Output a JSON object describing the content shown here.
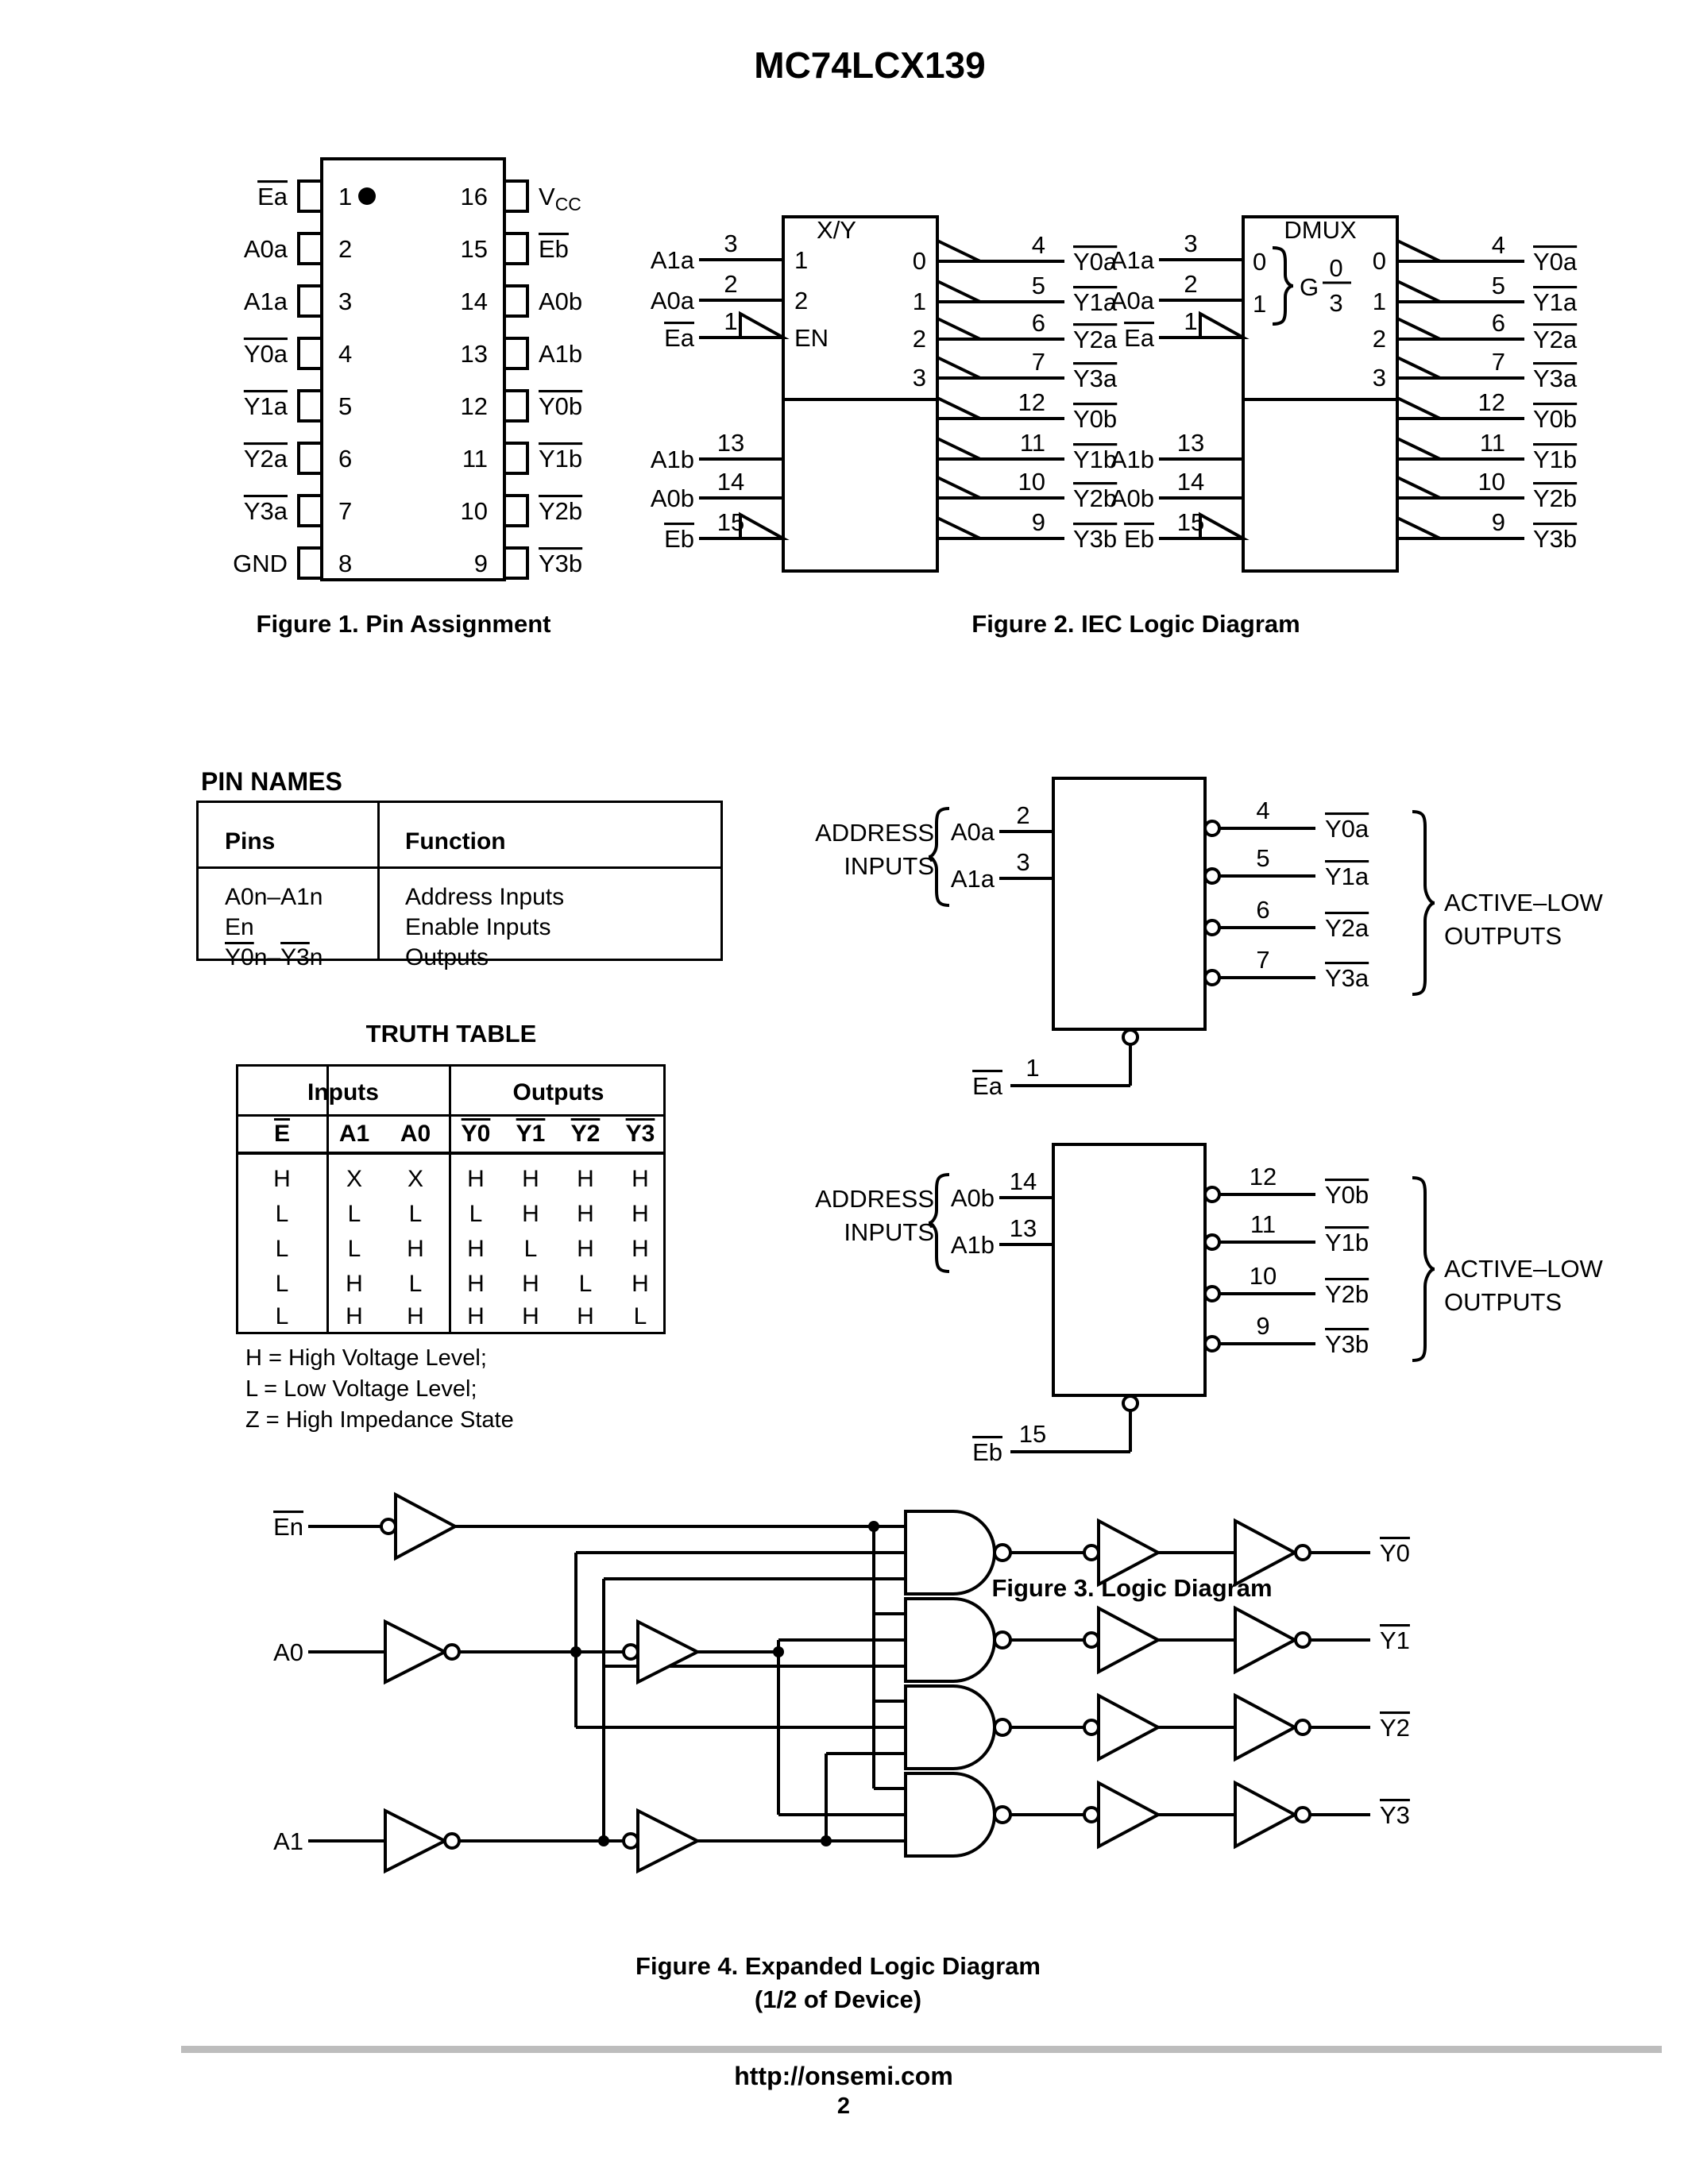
{
  "page": {
    "title": "MC74LCX139",
    "footer_url": "http://onsemi.com",
    "footer_page": "2"
  },
  "figure1": {
    "caption": "Figure 1. Pin Assignment",
    "left_pins": [
      {
        "num": "1",
        "label": "Ea"
      },
      {
        "num": "2",
        "label": "A0a"
      },
      {
        "num": "3",
        "label": "A1a"
      },
      {
        "num": "4",
        "label": "Y0a"
      },
      {
        "num": "5",
        "label": "Y1a"
      },
      {
        "num": "6",
        "label": "Y2a"
      },
      {
        "num": "7",
        "label": "Y3a"
      },
      {
        "num": "8",
        "label": "GND"
      }
    ],
    "right_pins": [
      {
        "num": "16",
        "label": "V",
        "sub": "CC"
      },
      {
        "num": "15",
        "label": "Eb"
      },
      {
        "num": "14",
        "label": "A0b"
      },
      {
        "num": "13",
        "label": "A1b"
      },
      {
        "num": "12",
        "label": "Y0b"
      },
      {
        "num": "11",
        "label": "Y1b"
      },
      {
        "num": "10",
        "label": "Y2b"
      },
      {
        "num": "9",
        "label": "Y3b"
      }
    ]
  },
  "figure2": {
    "caption": "Figure 2. IEC Logic Diagram",
    "block1_title": "X/Y",
    "block2_title": "DMUX",
    "block1_left": [
      "1",
      "2",
      "EN"
    ],
    "right_nums": [
      "0",
      "1",
      "2",
      "3"
    ],
    "block2_sel": [
      "0",
      "1"
    ],
    "block2_g": "G",
    "block2_g_num": "0",
    "block2_g_den": "3",
    "inputs_top": [
      {
        "pin": "3",
        "name": "A1a"
      },
      {
        "pin": "2",
        "name": "A0a"
      },
      {
        "pin": "1",
        "name": "Ea"
      }
    ],
    "inputs_bottom": [
      {
        "pin": "13",
        "name": "A1b"
      },
      {
        "pin": "14",
        "name": "A0b"
      },
      {
        "pin": "15",
        "name": "Eb"
      }
    ],
    "outputs": [
      {
        "pin": "4",
        "name": "Y0a"
      },
      {
        "pin": "5",
        "name": "Y1a"
      },
      {
        "pin": "6",
        "name": "Y2a"
      },
      {
        "pin": "7",
        "name": "Y3a"
      },
      {
        "pin": "12",
        "name": "Y0b"
      },
      {
        "pin": "11",
        "name": "Y1b"
      },
      {
        "pin": "10",
        "name": "Y2b"
      },
      {
        "pin": "9",
        "name": "Y3b"
      }
    ]
  },
  "pin_names": {
    "heading": "PIN NAMES",
    "col_pins": "Pins",
    "col_function": "Function",
    "row1_pins": "A0n–A1n",
    "row1_func": "Address Inputs",
    "row2_pins": "En",
    "row2_func": "Enable Inputs",
    "row3_y0": "Y0",
    "row3_mid": "n–",
    "row3_y3": "Y3",
    "row3_n": "n",
    "row3_func": "Outputs"
  },
  "truth_table": {
    "title": "TRUTH TABLE",
    "group_inputs": "Inputs",
    "group_outputs": "Outputs",
    "cols": [
      "E",
      "A1",
      "A0",
      "Y0",
      "Y1",
      "Y2",
      "Y3"
    ],
    "rows": [
      [
        "H",
        "X",
        "X",
        "H",
        "H",
        "H",
        "H"
      ],
      [
        "L",
        "L",
        "L",
        "L",
        "H",
        "H",
        "H"
      ],
      [
        "L",
        "L",
        "H",
        "H",
        "L",
        "H",
        "H"
      ],
      [
        "L",
        "H",
        "L",
        "H",
        "H",
        "L",
        "H"
      ],
      [
        "L",
        "H",
        "H",
        "H",
        "H",
        "H",
        "L"
      ]
    ],
    "notes": [
      "H = High Voltage Level;",
      "L = Low Voltage Level;",
      "Z = High Impedance State"
    ]
  },
  "figure3": {
    "caption": "Figure 3. Logic Diagram",
    "address_line1": "ADDRESS",
    "address_line2": "INPUTS",
    "active_line1": "ACTIVE–LOW",
    "active_line2": "OUTPUTS",
    "b1_inputs": [
      {
        "pin": "2",
        "name": "A0a"
      },
      {
        "pin": "3",
        "name": "A1a"
      }
    ],
    "b1_outputs": [
      {
        "pin": "4",
        "name": "Y0a"
      },
      {
        "pin": "5",
        "name": "Y1a"
      },
      {
        "pin": "6",
        "name": "Y2a"
      },
      {
        "pin": "7",
        "name": "Y3a"
      }
    ],
    "b1_enable": {
      "pin": "1",
      "name": "Ea"
    },
    "b2_inputs": [
      {
        "pin": "14",
        "name": "A0b"
      },
      {
        "pin": "13",
        "name": "A1b"
      }
    ],
    "b2_outputs": [
      {
        "pin": "12",
        "name": "Y0b"
      },
      {
        "pin": "11",
        "name": "Y1b"
      },
      {
        "pin": "10",
        "name": "Y2b"
      },
      {
        "pin": "9",
        "name": "Y3b"
      }
    ],
    "b2_enable": {
      "pin": "15",
      "name": "Eb"
    }
  },
  "figure4": {
    "caption_line1": "Figure 4. Expanded Logic Diagram",
    "caption_line2": "(1/2 of Device)",
    "in_en": "En",
    "in_a0": "A0",
    "in_a1": "A1",
    "outputs": [
      "Y0",
      "Y1",
      "Y2",
      "Y3"
    ]
  }
}
